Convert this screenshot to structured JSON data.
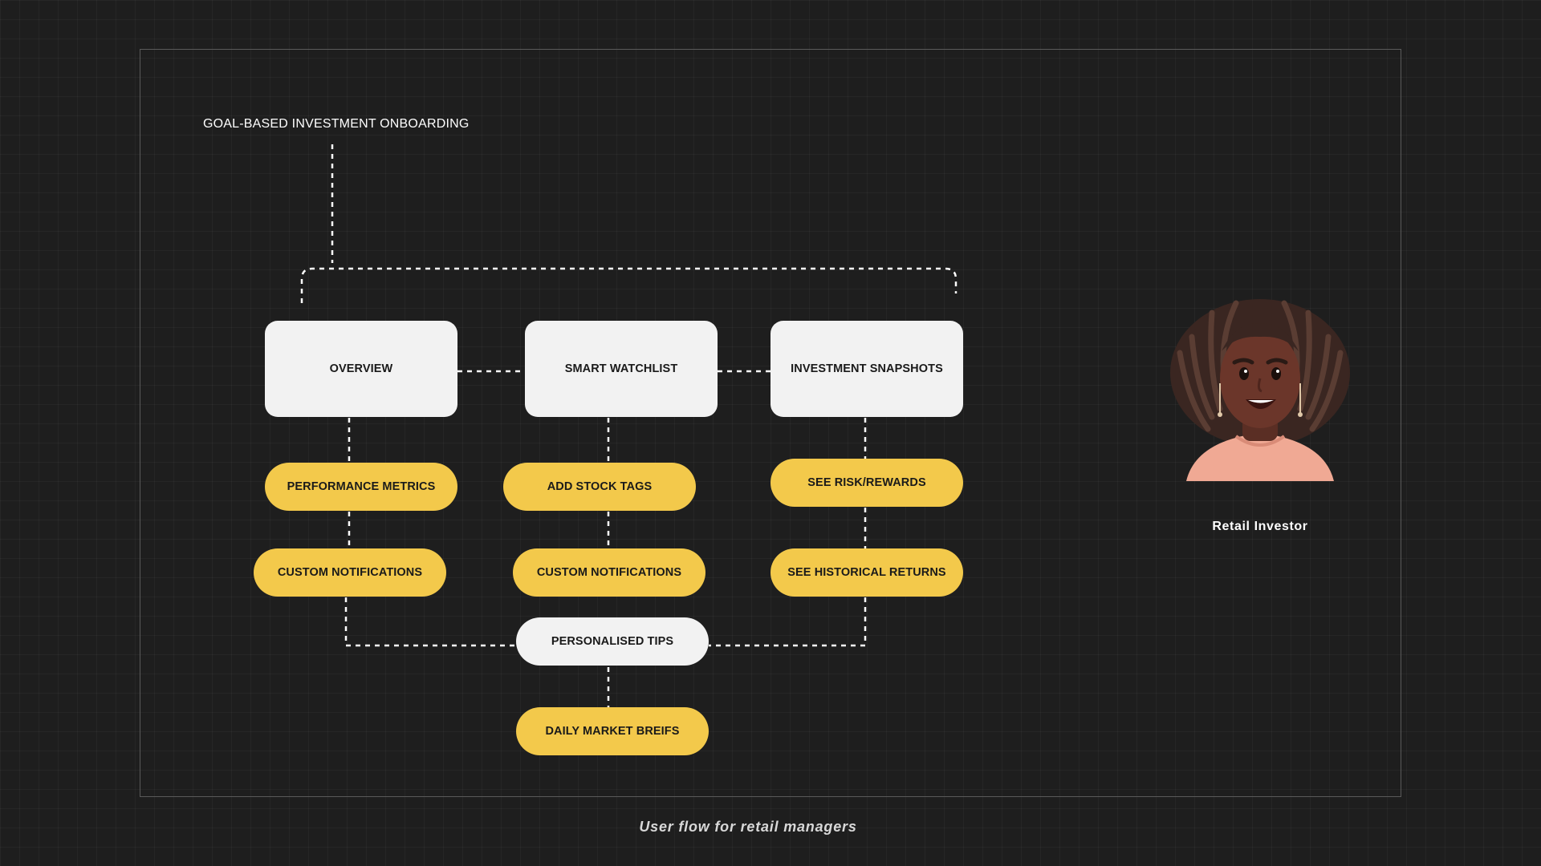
{
  "title": "GOAL-BASED INVESTMENT ONBOARDING",
  "nodes": {
    "overview": "OVERVIEW",
    "smart_watchlist": "SMART WATCHLIST",
    "investment_snapshots": "INVESTMENT SNAPSHOTS",
    "performance_metrics": "PERFORMANCE METRICS",
    "custom_notifications_1": "CUSTOM NOTIFICATIONS",
    "add_stock_tags": "ADD STOCK TAGS",
    "custom_notifications_2": "CUSTOM NOTIFICATIONS",
    "see_risk_rewards": "SEE RISK/REWARDS",
    "see_historical_returns": "SEE HISTORICAL RETURNS",
    "personalised_tips": "PERSONALISED TIPS",
    "daily_market_briefs": "DAILY MARKET BREIFS"
  },
  "persona": {
    "label": "Retail Investor",
    "icon": "retail-investor-avatar-icon"
  },
  "caption": "User flow for retail managers",
  "colors": {
    "background": "#1e1e1e",
    "box": "#f2f2f2",
    "pill": "#f3c94b",
    "connector": "#ffffff",
    "frame": "#5a5a5a"
  }
}
